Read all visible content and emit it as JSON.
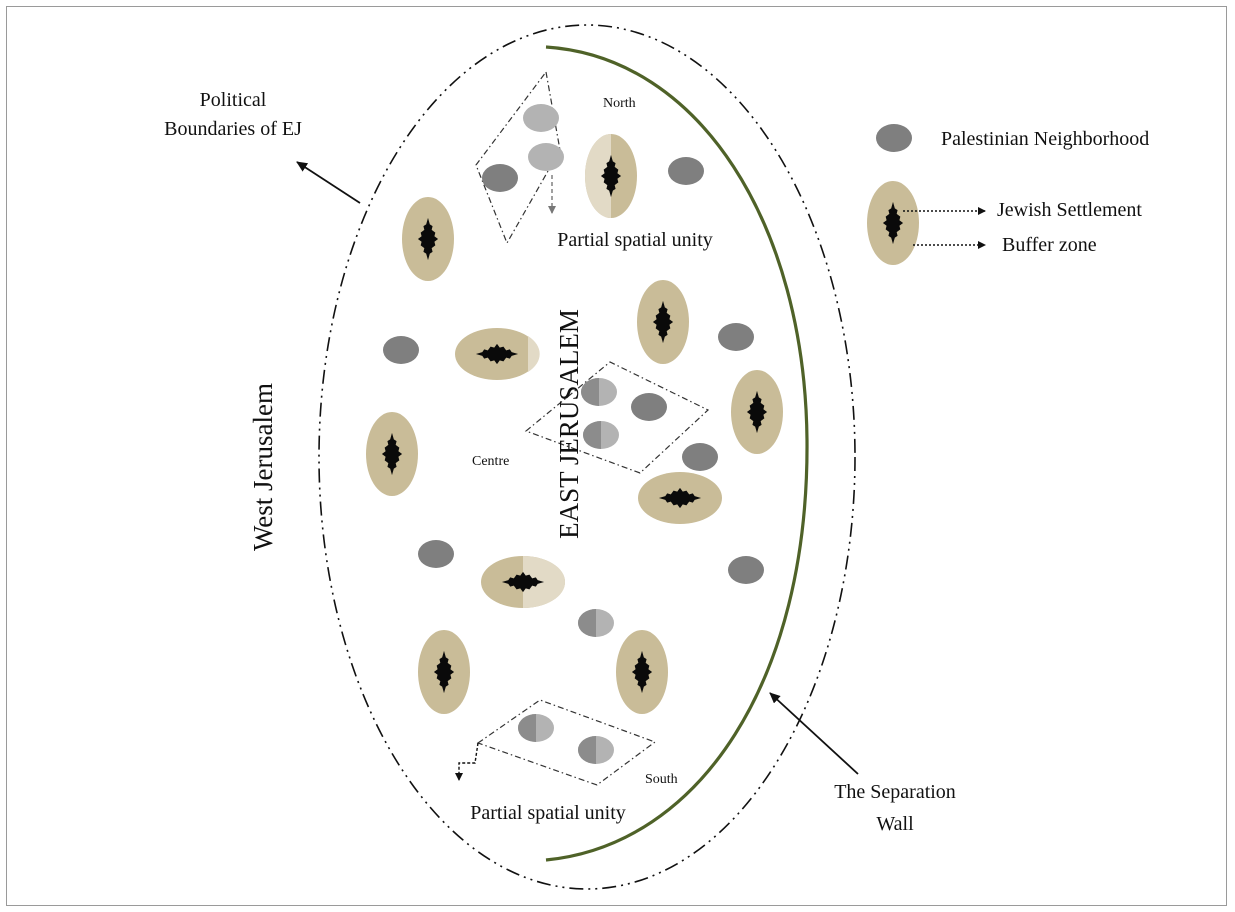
{
  "labels": {
    "political_line1": "Political",
    "political_line2": "Boundaries of EJ",
    "west_jerusalem": "West Jerusalem",
    "east_jerusalem": "EAST JERUSALEM",
    "north": "North",
    "centre": "Centre",
    "south": "South",
    "partial_unity_north": "Partial spatial unity",
    "partial_unity_south": "Partial spatial unity",
    "separation_line1": "The Separation",
    "separation_line2": "Wall"
  },
  "legend": {
    "palestinian": "Palestinian Neighborhood",
    "jewish": "Jewish Settlement",
    "buffer": "Buffer zone"
  },
  "colors": {
    "buffer_zone": "#c9bc98",
    "buffer_zone_light": "#e2dac6",
    "settlement": "#0a0a0a",
    "neighborhood": "#7f7f7f",
    "neighborhood_light": "#b3b3b3",
    "wall": "#4f6228",
    "boundary": "#111111",
    "frame": "#9a9a9a"
  }
}
